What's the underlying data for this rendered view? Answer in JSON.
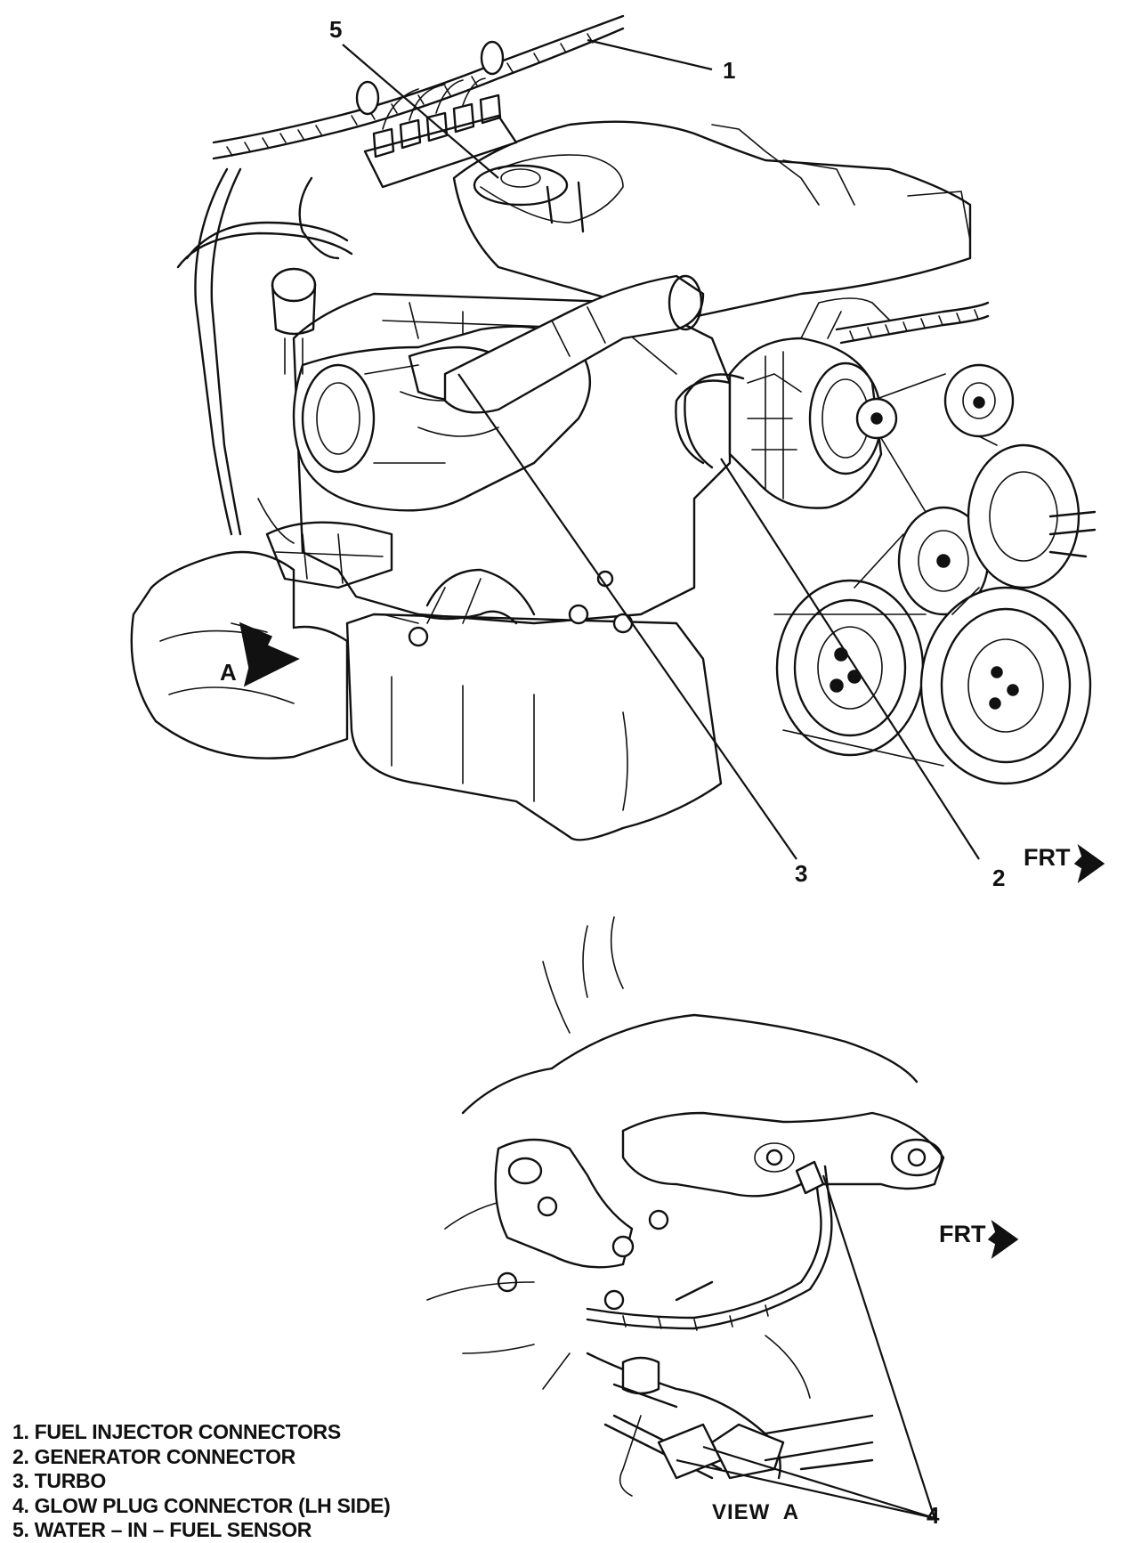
{
  "callouts": {
    "c1": "1",
    "c2": "2",
    "c3": "3",
    "c4": "4",
    "c5": "5",
    "view_arrow": "A"
  },
  "frt_main": "FRT",
  "frt_view": "FRT",
  "view_label": "VIEW  A",
  "legend": [
    "1. FUEL INJECTOR CONNECTORS",
    "2. GENERATOR CONNECTOR",
    "3. TURBO",
    "4. GLOW PLUG CONNECTOR (LH SIDE)",
    "5. WATER – IN – FUEL SENSOR"
  ]
}
